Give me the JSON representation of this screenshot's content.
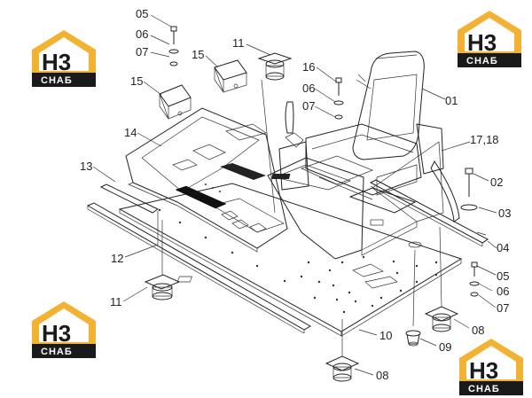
{
  "logo": {
    "mark": "H3",
    "sub": "СНАБ",
    "color_house": "#f2b233",
    "color_dark": "#1a1a1a"
  },
  "callouts": {
    "c05_top": "05",
    "c06_top": "06",
    "c07_top": "07",
    "c15_a": "15",
    "c15_b": "15",
    "c11_top": "11",
    "c16": "16",
    "c06_mid": "06",
    "c07_mid": "07",
    "c01": "01",
    "c14": "14",
    "c13": "13",
    "c1718": "17,18",
    "c02": "02",
    "c03": "03",
    "c04": "04",
    "c12": "12",
    "c11_bot": "11",
    "c05_right": "05",
    "c06_right": "06",
    "c07_right": "07",
    "c08_right": "08",
    "c10": "10",
    "c09": "09",
    "c08_bot": "08"
  }
}
